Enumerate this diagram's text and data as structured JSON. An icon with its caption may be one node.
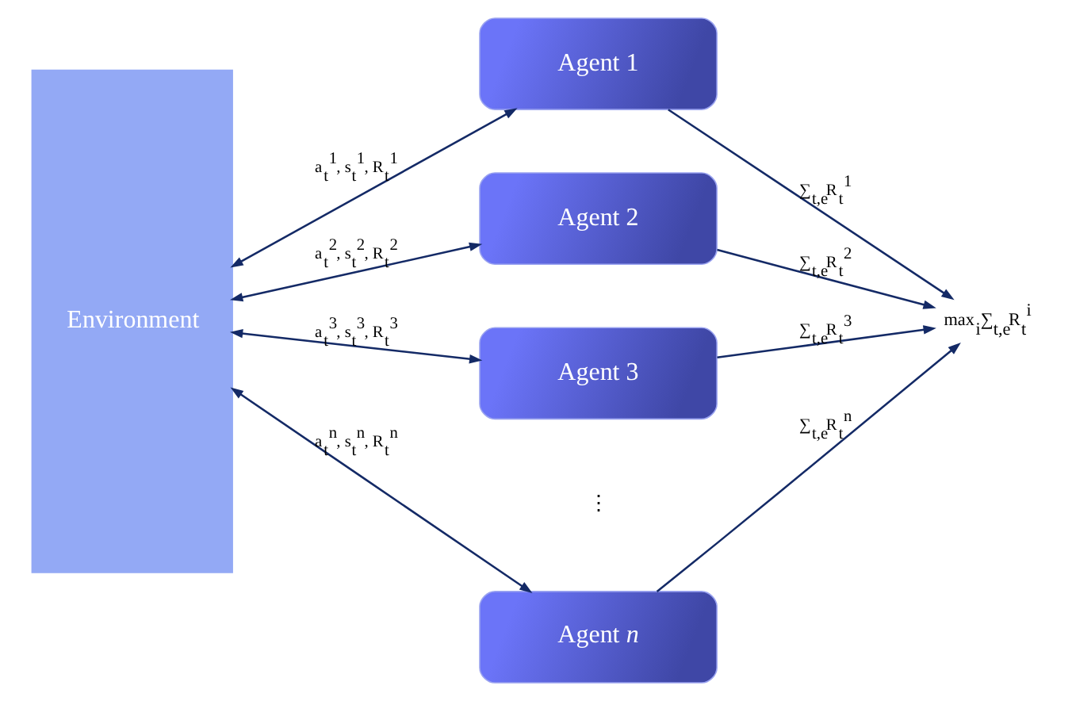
{
  "diagram": {
    "nodes": [
      {
        "text": [
          "Environment"
        ]
      },
      {
        "text": [
          "Agent 1"
        ]
      },
      {
        "text": [
          "Agent 2"
        ]
      },
      {
        "text": [
          "Agent 3"
        ]
      },
      {
        "text": [
          "Agent *n*"
        ]
      },
      {
        "text": [
          "max$_{i}$∑$_{t,e}$R$_{t}$$^{i}$"
        ]
      }
    ],
    "edges": [
      {
        "from": 0,
        "to": 1,
        "arrow": "both",
        "label": "a$_{t}$$^{1}$, s$_{t}$$^{1}$, R$_{t}$$^{1}$"
      },
      {
        "from": 0,
        "to": 2,
        "arrow": "both",
        "label": "a$_{t}$$^{2}$, s$_{t}$$^{2}$, R$_{t}$$^{2}$"
      },
      {
        "from": 0,
        "to": 3,
        "arrow": "both",
        "label": "a$_{t}$$^{3}$, s$_{t}$$^{3}$, R$_{t}$$^{3}$"
      },
      {
        "from": 0,
        "to": 4,
        "arrow": "both",
        "label": "a$_{t}$$^{n}$, s$_{t}$$^{n}$, R$_{t}$$^{n}$"
      },
      {
        "from": 1,
        "to": 5,
        "arrow": "to",
        "label": "∑$_{t,e}$R$_{t}$$^{1}$"
      },
      {
        "from": 2,
        "to": 5,
        "arrow": "to",
        "label": "∑$_{t,e}$R$_{t}$$^{2}$"
      },
      {
        "from": 3,
        "to": 5,
        "arrow": "to",
        "label": "∑$_{t,e}$R$_{t}$$^{3}$"
      },
      {
        "from": 4,
        "to": 5,
        "arrow": "to",
        "label": "∑$_{t,e}$R$_{t}$$^{n}$"
      }
    ],
    "labels": [
      "⋮"
    ]
  }
}
